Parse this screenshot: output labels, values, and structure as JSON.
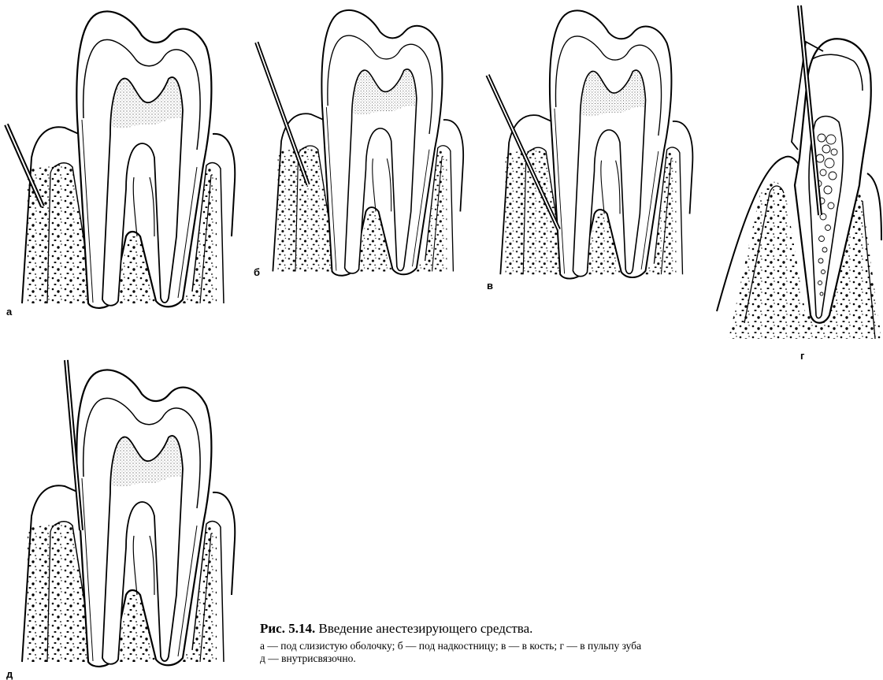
{
  "panels": [
    {
      "id": "a",
      "label": "а"
    },
    {
      "id": "b",
      "label": "б"
    },
    {
      "id": "v",
      "label": "в"
    },
    {
      "id": "g",
      "label": "г"
    },
    {
      "id": "d",
      "label": "д"
    }
  ],
  "caption": {
    "figure_number": "Рис. 5.14.",
    "title": "Введение анестезирующего средства.",
    "line1": "а — под слизистую оболочку; б — под надкостницу; в — в кость; г — в пульпу зуба",
    "line2": "д — внутрисвязочно."
  }
}
